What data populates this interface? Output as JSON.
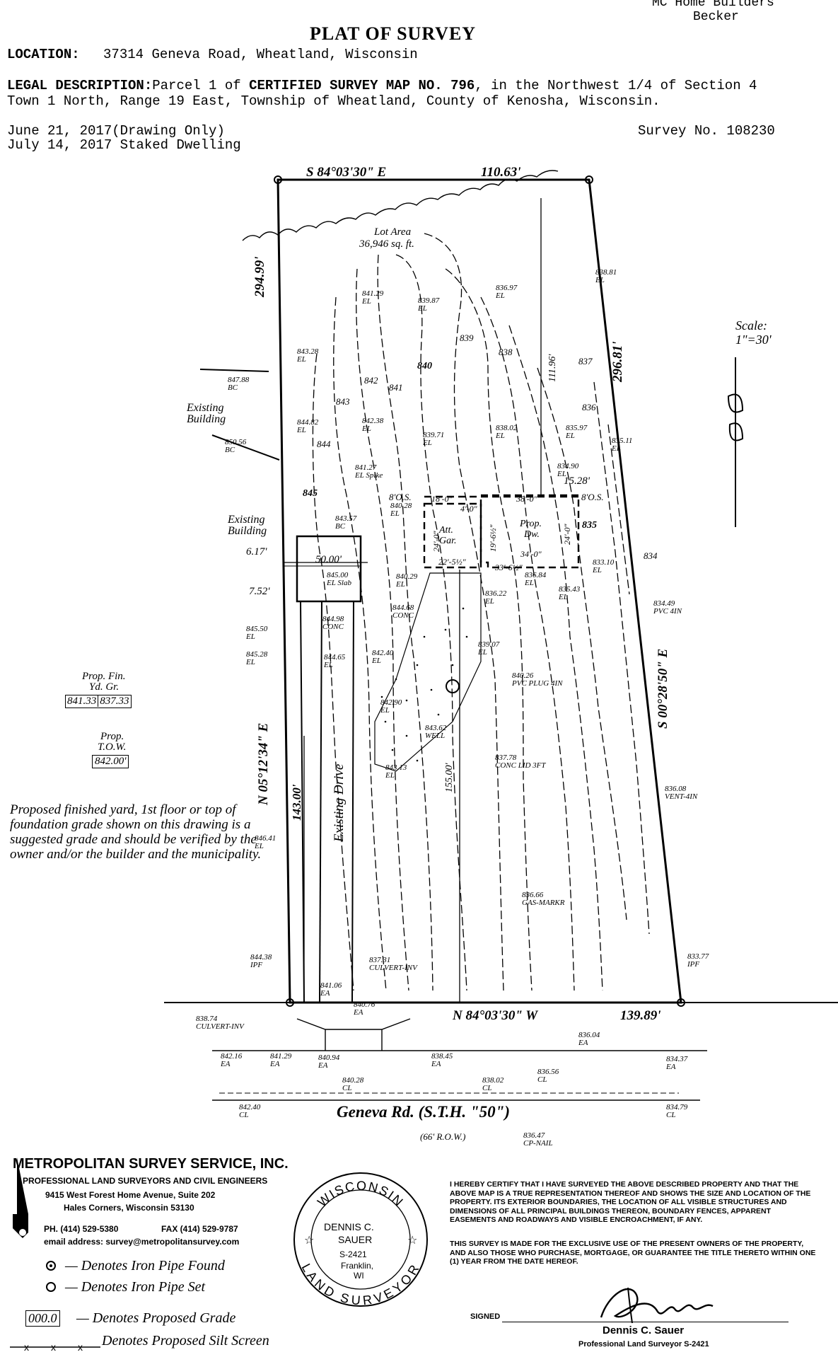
{
  "header": {
    "client_line1": "MC Home Builders",
    "client_line2": "Becker",
    "title": "PLAT OF SURVEY",
    "location_label": "LOCATION:",
    "location_value": "37314 Geneva Road, Wheatland, Wisconsin",
    "legal_label": "LEGAL DESCRIPTION:",
    "legal_line1_pre": "Parcel 1 of ",
    "legal_line1_bold": "CERTIFIED SURVEY MAP NO. 796",
    "legal_line1_post": ", in the Northwest 1/4 of Section 4",
    "legal_line2": "Town 1 North, Range 19 East, Township of Wheatland, County of Kenosha, Wisconsin.",
    "date_drawing": "June 21, 2017(Drawing Only)",
    "date_staked": "July 14, 2017 Staked Dwelling",
    "survey_no": "Survey No. 108230"
  },
  "plat": {
    "north_bearing": "S 84°03'30\" E",
    "north_distance": "110.63'",
    "west_distance_top": "294.99'",
    "west_bearing": "N 05°12'34\" E",
    "west_distance_lower": "143.00'",
    "east_distance": "296.81'",
    "east_bearing": "S 00°28'50\" E",
    "south_bearing": "N 84°03'30\" W",
    "south_distance": "139.89'",
    "lot_area_label": "Lot Area",
    "lot_area_value": "36,946 sq. ft.",
    "scale_label": "Scale:",
    "scale_value": "1\"=30'",
    "dim_111": "111.96'",
    "dim_155": "155.00'",
    "dim_1528": "15.28'",
    "dim_617": "6.17'",
    "dim_752": "7.52'",
    "dim_5000": "50.00'",
    "existing_building_1a": "Existing",
    "existing_building_1b": "Building",
    "existing_building_2a": "Existing",
    "existing_building_2b": "Building",
    "existing_drive": "Existing Drive",
    "att_gar_a": "Att.",
    "att_gar_b": "Gar.",
    "prop_dw_a": "Prop.",
    "prop_dw_b": "Dw.",
    "os_left": "8'O.S.",
    "os_right": "8'O.S.",
    "dim_18": "18'-0\"",
    "dim_38": "38'-0\"",
    "dim_4": "4'-0\"",
    "dim_34": "34'-0\"",
    "dim_24a": "24'-0\"",
    "dim_24b": "24'-0\"",
    "dim_22": "22'-5½\"",
    "dim_33": "33'-6½\"",
    "dim_19": "19'-6½\"",
    "road_name": "Geneva Rd. (S.T.H. \"50\")",
    "row": "(66' R.O.W.)",
    "prop_fin_label1": "Prop. Fin.",
    "prop_fin_label2": "Yd. Gr.",
    "prop_fin_val1": "841.33",
    "prop_fin_val2": "837.33",
    "prop_tow_label1": "Prop.",
    "prop_tow_label2": "T.O.W.",
    "prop_tow_val": "842.00'",
    "contours": [
      "845",
      "844",
      "843",
      "842",
      "841",
      "840",
      "839",
      "838",
      "837",
      "836",
      "835",
      "834"
    ],
    "spot_elevations": [
      {
        "v": "838.81",
        "c": "EL"
      },
      {
        "v": "841.29",
        "c": "EL"
      },
      {
        "v": "839.87",
        "c": "EL"
      },
      {
        "v": "836.97",
        "c": "EL"
      },
      {
        "v": "843.28",
        "c": "EL"
      },
      {
        "v": "847.88",
        "c": "BC"
      },
      {
        "v": "850.56",
        "c": "BC"
      },
      {
        "v": "844.82",
        "c": "EL"
      },
      {
        "v": "842.38",
        "c": "EL"
      },
      {
        "v": "839.71",
        "c": "EL"
      },
      {
        "v": "838.02",
        "c": "EL"
      },
      {
        "v": "835.97",
        "c": "EL"
      },
      {
        "v": "835.11",
        "c": "EL"
      },
      {
        "v": "841.27",
        "c": "EL Spike"
      },
      {
        "v": "834.90",
        "c": "EL"
      },
      {
        "v": "840.28",
        "c": "EL"
      },
      {
        "v": "843.57",
        "c": "BC"
      },
      {
        "v": "845.00",
        "c": "EL Slab"
      },
      {
        "v": "840.29",
        "c": "EL"
      },
      {
        "v": "836.84",
        "c": "EL"
      },
      {
        "v": "833.10",
        "c": "EL"
      },
      {
        "v": "836.22",
        "c": "EL"
      },
      {
        "v": "835.43",
        "c": "EL"
      },
      {
        "v": "834.49",
        "c": "PVC 4IN"
      },
      {
        "v": "844.68",
        "c": "CONC"
      },
      {
        "v": "844.98",
        "c": "CONC"
      },
      {
        "v": "845.50",
        "c": "EL"
      },
      {
        "v": "845.28",
        "c": "EL"
      },
      {
        "v": "844.65",
        "c": "EL"
      },
      {
        "v": "842.40",
        "c": "EL"
      },
      {
        "v": "839.07",
        "c": "EL"
      },
      {
        "v": "840.26",
        "c": "PVC PLUG 4IN"
      },
      {
        "v": "842.90",
        "c": "EL"
      },
      {
        "v": "843.62",
        "c": "WELL"
      },
      {
        "v": "837.78",
        "c": "CONC LID 3FT"
      },
      {
        "v": "843.13",
        "c": "EL"
      },
      {
        "v": "836.08",
        "c": "VENT-4IN"
      },
      {
        "v": "846.41",
        "c": "EL"
      },
      {
        "v": "836.66",
        "c": "GAS-MARKR"
      },
      {
        "v": "844.38",
        "c": "IPF"
      },
      {
        "v": "837.31",
        "c": "CULVERT-INV"
      },
      {
        "v": "833.77",
        "c": "IPF"
      },
      {
        "v": "841.06",
        "c": "EA"
      },
      {
        "v": "838.74",
        "c": "CULVERT-INV"
      },
      {
        "v": "840.76",
        "c": "EA"
      },
      {
        "v": "836.04",
        "c": "EA"
      },
      {
        "v": "842.16",
        "c": "EA"
      },
      {
        "v": "841.29",
        "c": "EA"
      },
      {
        "v": "840.94",
        "c": "EA"
      },
      {
        "v": "838.45",
        "c": "EA"
      },
      {
        "v": "836.56",
        "c": "CL"
      },
      {
        "v": "834.37",
        "c": "EA"
      },
      {
        "v": "840.28",
        "c": "CL"
      },
      {
        "v": "838.02",
        "c": "CL"
      },
      {
        "v": "842.40",
        "c": "CL"
      },
      {
        "v": "834.79",
        "c": "CL"
      },
      {
        "v": "836.47",
        "c": "CP-NAIL"
      }
    ]
  },
  "note": "Proposed finished yard, 1st floor or top of foundation grade shown on this drawing is a suggested grade and should be verified by the owner and/or the builder and the municipality.",
  "company": {
    "name": "METROPOLITAN SURVEY SERVICE, INC.",
    "tagline": "PROFESSIONAL LAND SURVEYORS AND CIVIL ENGINEERS",
    "address1": "9415 West Forest Home Avenue, Suite 202",
    "address2": "Hales Corners, Wisconsin 53130",
    "phone": "PH. (414) 529-5380",
    "fax": "FAX (414) 529-9787",
    "email": "email address: survey@metropolitansurvey.com"
  },
  "legend": {
    "iron_found": "— Denotes Iron Pipe Found",
    "iron_set": "— Denotes Iron Pipe Set",
    "grade_box": "000.0",
    "grade_text": "— Denotes Proposed Grade",
    "silt_text": "Denotes Proposed Silt Screen"
  },
  "seal": {
    "top": "WISCONSIN",
    "bottom": "LAND SURVEYOR",
    "name1": "DENNIS C.",
    "name2": "SAUER",
    "number": "S-2421",
    "city1": "Franklin,",
    "city2": "WI"
  },
  "certification": {
    "text1": "I HEREBY CERTIFY THAT I HAVE SURVEYED THE ABOVE DESCRIBED PROPERTY AND THAT THE ABOVE MAP IS A TRUE REPRESENTATION THEREOF AND SHOWS THE SIZE AND LOCATION OF THE PROPERTY. ITS EXTERIOR BOUNDARIES, THE LOCATION OF ALL VISIBLE STRUCTURES AND DIMENSIONS OF ALL PRINCIPAL BUILDINGS THEREON, BOUNDARY FENCES, APPARENT EASEMENTS AND ROADWAYS AND VISIBLE ENCROACHMENT, IF ANY.",
    "text2": "THIS SURVEY IS MADE FOR THE EXCLUSIVE USE OF THE PRESENT OWNERS OF THE PROPERTY, AND ALSO THOSE WHO PURCHASE, MORTGAGE, OR GUARANTEE THE TITLE THERETO WITHIN ONE (1) YEAR FROM THE DATE HEREOF.",
    "signed_label": "SIGNED",
    "signer_name": "Dennis C. Sauer",
    "signer_title": "Professional Land Surveyor S-2421"
  }
}
